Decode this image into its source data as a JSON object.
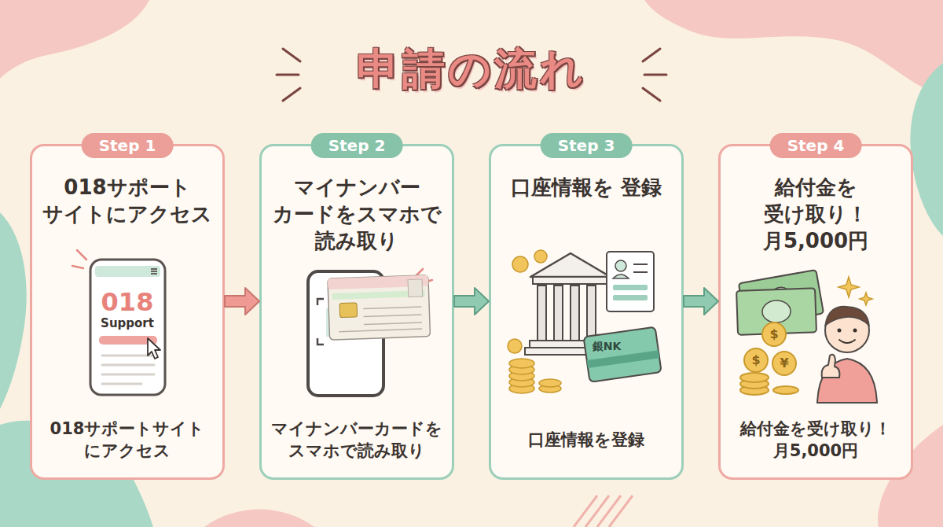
{
  "diagram": {
    "title": "申請の流れ",
    "nodes": [
      {
        "text": [
          "Step 1",
          "018サポート サイトにアクセス",
          "018サポートサイト にアクセス"
        ]
      },
      {
        "text": [
          "Step 2",
          "マイナンバー カードをスマホで 読み取り",
          "マイナンバーカードを スマホで読み取り"
        ]
      },
      {
        "text": [
          "Step 3",
          "口座情報を 登録",
          "口座情報を登録"
        ]
      },
      {
        "text": [
          "Step 4",
          "給付金を 受け取り！ 月5,000円",
          "給付金を受け取り！ 月5,000円"
        ]
      }
    ],
    "edges": [
      {
        "from": 0,
        "to": 1,
        "arrow": "to"
      },
      {
        "from": 1,
        "to": 2,
        "arrow": "to"
      },
      {
        "from": 2,
        "to": 3,
        "arrow": "to"
      }
    ],
    "labels": [
      "018",
      "Support",
      "銀NK",
      "$",
      "$",
      "¥"
    ]
  }
}
